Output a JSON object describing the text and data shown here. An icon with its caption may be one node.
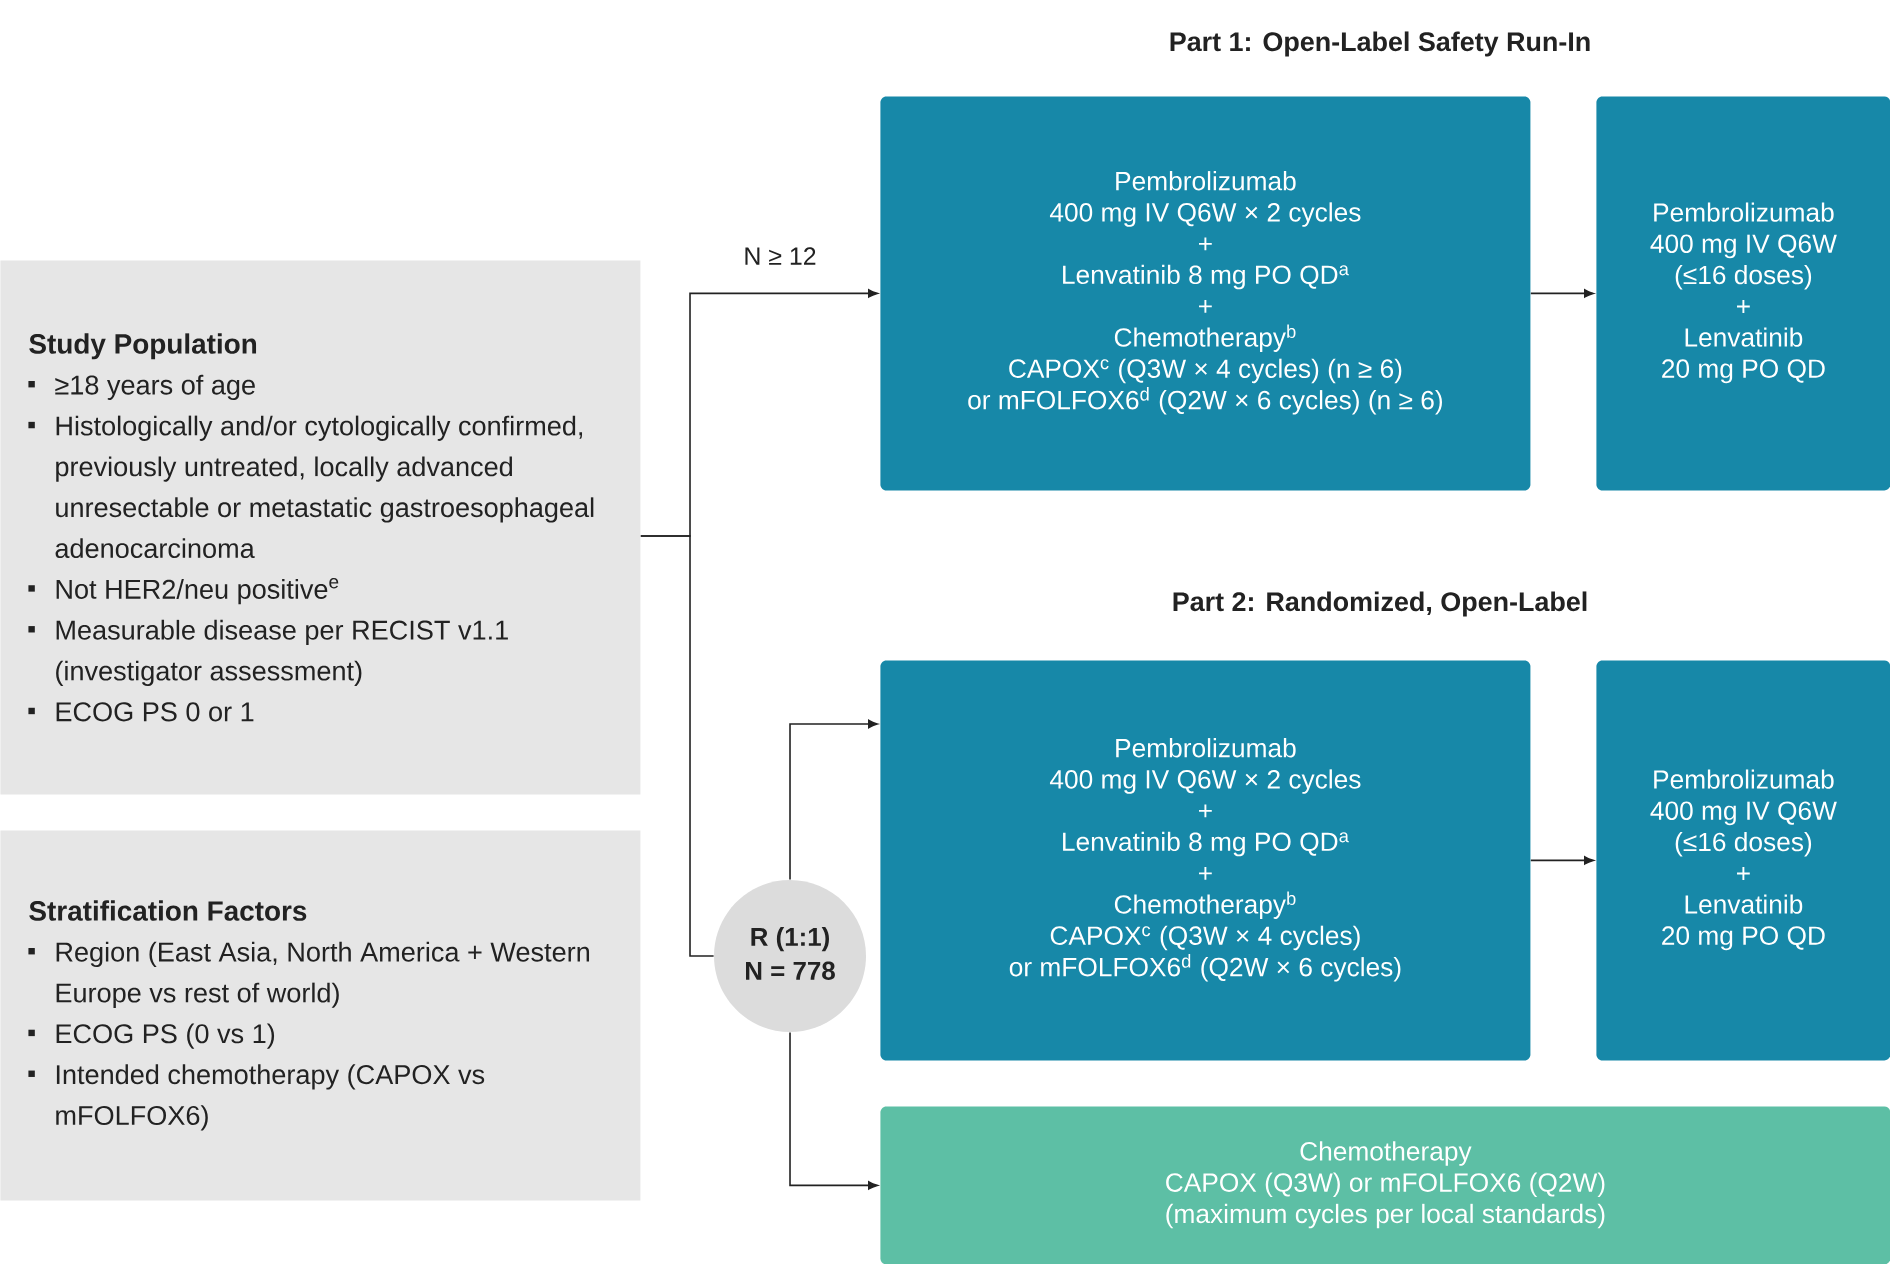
{
  "diagram": {
    "nodes": [
      {
        "text": [
          "Study Population",
          "≥18 years of age",
          "Histologically and/or cytologically confirmed, previously untreated, locally advanced unresectable or metastatic gastroesophageal adenocarcinoma",
          "Not HER2/neu positive$^{e}$",
          "Measurable disease per RECIST v1.1 (investigator assessment)",
          "ECOG PS 0 or 1"
        ]
      },
      {
        "text": [
          "Stratification Factors",
          "Region (East Asia, North America + Western Europe vs rest of world)",
          "ECOG PS (0 vs 1)",
          "Intended chemotherapy (CAPOX vs mFOLFOX6)"
        ]
      },
      {
        "text": [
          "Pembrolizumab",
          "400 mg IV Q6W × 2 cycles",
          "+",
          "Lenvatinib 8 mg PO QD$^{a}$",
          "+",
          "Chemotherapy$^{b}$",
          "CAPOX$^{c}$ (Q3W × 4 cycles) (n ≥ 6)",
          "or mFOLFOX6$^{d}$ (Q2W × 6 cycles) (n ≥ 6)"
        ]
      },
      {
        "text": [
          "Pembrolizumab",
          "400 mg IV Q6W",
          "(≤16 doses)",
          "+",
          "Lenvatinib",
          "20 mg PO QD"
        ]
      },
      {
        "text": [
          "R (1:1)",
          "N = 778"
        ]
      },
      {
        "text": [
          "Pembrolizumab",
          "400 mg IV Q6W × 2 cycles",
          "+",
          "Lenvatinib 8 mg PO QD$^{a}$",
          "+",
          "Chemotherapy$^{b}$",
          "CAPOX$^{c}$ (Q3W × 4 cycles)",
          "or mFOLFOX6$^{d}$ (Q2W × 6 cycles)"
        ]
      },
      {
        "text": [
          "Pembrolizumab",
          "400 mg IV Q6W",
          "(≤16 doses)",
          "+",
          "Lenvatinib",
          "20 mg PO QD"
        ]
      },
      {
        "text": [
          "Chemotherapy",
          "CAPOX (Q3W) or mFOLFOX6 (Q2W)",
          "(maximum cycles per local standards)"
        ]
      }
    ],
    "edges": [
      {
        "from": 0,
        "to": 2,
        "arrow": "to",
        "label": "N ≥ 12"
      },
      {
        "from": 0,
        "to": 4,
        "arrow": "none"
      },
      {
        "from": 2,
        "to": 3,
        "arrow": "to"
      },
      {
        "from": 4,
        "to": 5,
        "arrow": "to"
      },
      {
        "from": 4,
        "to": 7,
        "arrow": "to"
      },
      {
        "from": 5,
        "to": 6,
        "arrow": "to"
      }
    ],
    "labels": [
      "Part 1: Open-Label Safety Run-In",
      "Part 2: Randomized, Open-Label"
    ]
  }
}
